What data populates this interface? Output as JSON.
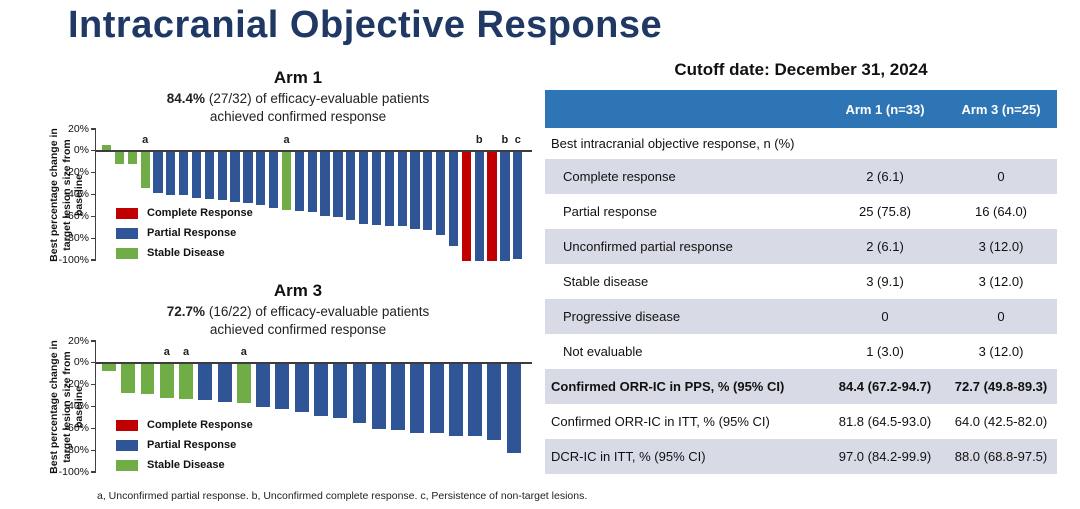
{
  "page": {
    "title": "Intracranial Objective Response"
  },
  "cutoff_date": "Cutoff date: December 31, 2024",
  "footnote": "a, Unconfirmed partial response. b, Unconfirmed complete response. c, Persistence of non-target lesions.",
  "colors": {
    "title_navy": "#1f3864",
    "highlight_orange": "#ed7d31",
    "header_blue": "#2e75b6",
    "row_gray": "#d8dbe5",
    "category_colors": {
      "CR": "#c00000",
      "PR": "#2f5597",
      "SD": "#70ad47"
    }
  },
  "legend": [
    {
      "key": "CR",
      "label": "Complete Response"
    },
    {
      "key": "PR",
      "label": "Partial Response"
    },
    {
      "key": "SD",
      "label": "Stable Disease"
    }
  ],
  "axis": {
    "ylabel": "Best percentage change in target lesion size from baseline",
    "yticks": [
      "20%",
      "0%",
      "-20%",
      "-40%",
      "-60%",
      "-80%",
      "-100%"
    ],
    "ylim": [
      -100,
      20
    ]
  },
  "chart_data": [
    {
      "type": "bar",
      "title": "Arm 1",
      "rate": "84.4%",
      "subtitle_line1": "(27/32) of efficacy-evaluable patients",
      "subtitle_line2": "achieved confirmed response",
      "ylabel": "Best percentage change in target lesion size from baseline",
      "ylim": [
        -100,
        20
      ],
      "grid": false,
      "legend_position": "inside-left",
      "bars": [
        {
          "v": 5,
          "c": "SD"
        },
        {
          "v": -11,
          "c": "SD"
        },
        {
          "v": -11,
          "c": "SD"
        },
        {
          "v": -33,
          "c": "SD",
          "n": "a"
        },
        {
          "v": -38,
          "c": "PR"
        },
        {
          "v": -40,
          "c": "PR"
        },
        {
          "v": -40,
          "c": "PR"
        },
        {
          "v": -42,
          "c": "PR"
        },
        {
          "v": -43,
          "c": "PR"
        },
        {
          "v": -44,
          "c": "PR"
        },
        {
          "v": -46,
          "c": "PR"
        },
        {
          "v": -47,
          "c": "PR"
        },
        {
          "v": -49,
          "c": "PR"
        },
        {
          "v": -51,
          "c": "PR"
        },
        {
          "v": -53,
          "c": "SD",
          "n": "a"
        },
        {
          "v": -54,
          "c": "PR"
        },
        {
          "v": -55,
          "c": "PR"
        },
        {
          "v": -59,
          "c": "PR"
        },
        {
          "v": -60,
          "c": "PR"
        },
        {
          "v": -62,
          "c": "PR"
        },
        {
          "v": -66,
          "c": "PR"
        },
        {
          "v": -67,
          "c": "PR"
        },
        {
          "v": -68,
          "c": "PR"
        },
        {
          "v": -68,
          "c": "PR"
        },
        {
          "v": -71,
          "c": "PR"
        },
        {
          "v": -72,
          "c": "PR"
        },
        {
          "v": -76,
          "c": "PR"
        },
        {
          "v": -86,
          "c": "PR"
        },
        {
          "v": -100,
          "c": "CR"
        },
        {
          "v": -100,
          "c": "PR",
          "n": "b"
        },
        {
          "v": -100,
          "c": "CR"
        },
        {
          "v": -100,
          "c": "PR",
          "n": "b"
        },
        {
          "v": -98,
          "c": "PR",
          "n": "c"
        }
      ]
    },
    {
      "type": "bar",
      "title": "Arm 3",
      "rate": "72.7%",
      "subtitle_line1": "(16/22) of efficacy-evaluable patients",
      "subtitle_line2": "achieved confirmed response",
      "ylabel": "Best percentage change in target lesion size from baseline",
      "ylim": [
        -100,
        20
      ],
      "grid": false,
      "legend_position": "inside-left",
      "bars": [
        {
          "v": -7,
          "c": "SD"
        },
        {
          "v": -27,
          "c": "SD"
        },
        {
          "v": -28,
          "c": "SD"
        },
        {
          "v": -31,
          "c": "SD",
          "n": "a"
        },
        {
          "v": -32,
          "c": "SD",
          "n": "a"
        },
        {
          "v": -33,
          "c": "PR"
        },
        {
          "v": -35,
          "c": "PR"
        },
        {
          "v": -36,
          "c": "SD",
          "n": "a"
        },
        {
          "v": -40,
          "c": "PR"
        },
        {
          "v": -41,
          "c": "PR"
        },
        {
          "v": -44,
          "c": "PR"
        },
        {
          "v": -48,
          "c": "PR"
        },
        {
          "v": -50,
          "c": "PR"
        },
        {
          "v": -54,
          "c": "PR"
        },
        {
          "v": -60,
          "c": "PR"
        },
        {
          "v": -61,
          "c": "PR"
        },
        {
          "v": -63,
          "c": "PR"
        },
        {
          "v": -63,
          "c": "PR"
        },
        {
          "v": -66,
          "c": "PR"
        },
        {
          "v": -66,
          "c": "PR"
        },
        {
          "v": -70,
          "c": "PR"
        },
        {
          "v": -82,
          "c": "PR"
        }
      ]
    }
  ],
  "table": {
    "columns": [
      "",
      "Arm 1 (n=33)",
      "Arm 3 (n=25)"
    ],
    "rows": [
      {
        "label": "Best intracranial objective response, n (%)",
        "arm1": "",
        "arm3": "",
        "section": true,
        "shaded": false
      },
      {
        "label": "Complete response",
        "arm1": "2 (6.1)",
        "arm3": "0",
        "shaded": true,
        "indent": true
      },
      {
        "label": "Partial response",
        "arm1": "25 (75.8)",
        "arm3": "16 (64.0)",
        "shaded": false,
        "indent": true
      },
      {
        "label": "Unconfirmed partial response",
        "arm1": "2 (6.1)",
        "arm3": "3 (12.0)",
        "shaded": true,
        "indent": true
      },
      {
        "label": "Stable disease",
        "arm1": "3 (9.1)",
        "arm3": "3 (12.0)",
        "shaded": false,
        "indent": true
      },
      {
        "label": "Progressive disease",
        "arm1": "0",
        "arm3": "0",
        "shaded": true,
        "indent": true
      },
      {
        "label": "Not evaluable",
        "arm1": "1 (3.0)",
        "arm3": "3 (12.0)",
        "shaded": false,
        "indent": true
      },
      {
        "label": "Confirmed ORR-IC in PPS, % (95% CI)",
        "arm1": "84.4 (67.2-94.7)",
        "arm3": "72.7 (49.8-89.3)",
        "shaded": true,
        "bold": true
      },
      {
        "label": "Confirmed ORR-IC in ITT, % (95% CI)",
        "arm1": "81.8 (64.5-93.0)",
        "arm3": "64.0 (42.5-82.0)",
        "shaded": false
      },
      {
        "label": "DCR-IC in ITT, % (95% CI)",
        "arm1": "97.0 (84.2-99.9)",
        "arm3": "88.0 (68.8-97.5)",
        "shaded": true
      }
    ]
  }
}
